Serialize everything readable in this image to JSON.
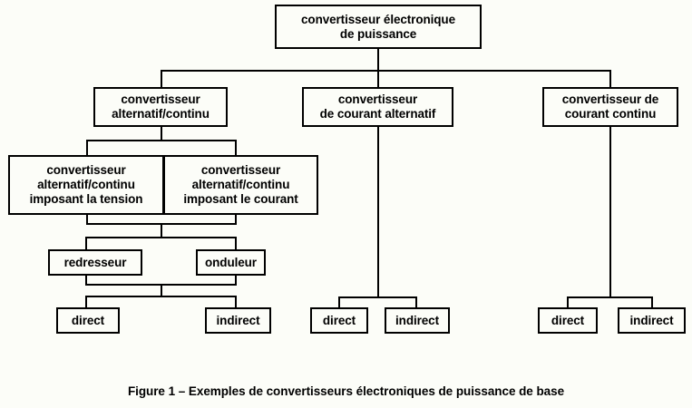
{
  "figure": {
    "caption": "Figure 1 – Exemples de convertisseurs électroniques de puissance de base",
    "background_color": "#fcfdf8",
    "line_color": "#000000",
    "text_color": "#000000"
  },
  "nodes": {
    "root": {
      "line1": "convertisseur électronique",
      "line2": "de puissance"
    },
    "ac_dc": {
      "line1": "convertisseur",
      "line2": "alternatif/continu"
    },
    "ac_current": {
      "line1": "convertisseur",
      "line2": "de courant alternatif"
    },
    "dc_current": {
      "line1": "convertisseur de",
      "line2": "courant continu"
    },
    "voltage_imposed": {
      "line1": "convertisseur",
      "line2": "alternatif/continu",
      "line3": "imposant la tension"
    },
    "current_imposed": {
      "line1": "convertisseur",
      "line2": "alternatif/continu",
      "line3": "imposant le courant"
    },
    "rectifier": {
      "line1": "redresseur"
    },
    "inverter": {
      "line1": "onduleur"
    },
    "ac_dc_direct": {
      "line1": "direct"
    },
    "ac_dc_indirect": {
      "line1": "indirect"
    },
    "ac_direct": {
      "line1": "direct"
    },
    "ac_indirect": {
      "line1": "indirect"
    },
    "dc_direct": {
      "line1": "direct"
    },
    "dc_indirect": {
      "line1": "indirect"
    }
  }
}
